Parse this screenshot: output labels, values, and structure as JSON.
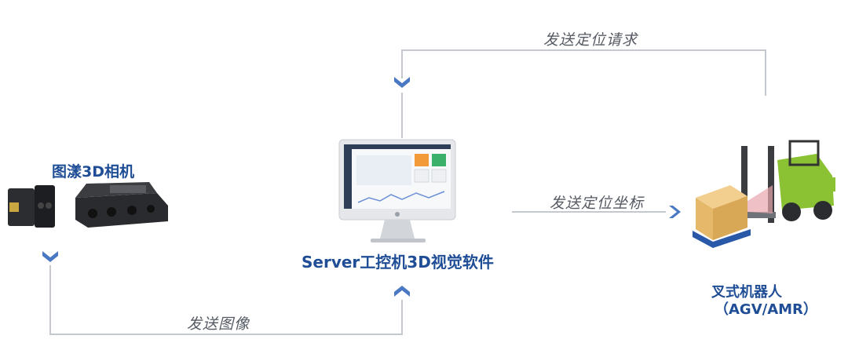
{
  "camera": {
    "title": "图漾3D相机"
  },
  "server": {
    "title": "Server工控机3D视觉软件"
  },
  "forklift": {
    "title": "叉式机器人",
    "subtitle": "（AGV/AMR）"
  },
  "flows": {
    "request": "发送定位请求",
    "coords": "发送定位坐标",
    "image": "发送图像"
  },
  "colors": {
    "line": "#b8bcc4",
    "arrow": "#4a78c2",
    "title": "#1f4e96"
  }
}
